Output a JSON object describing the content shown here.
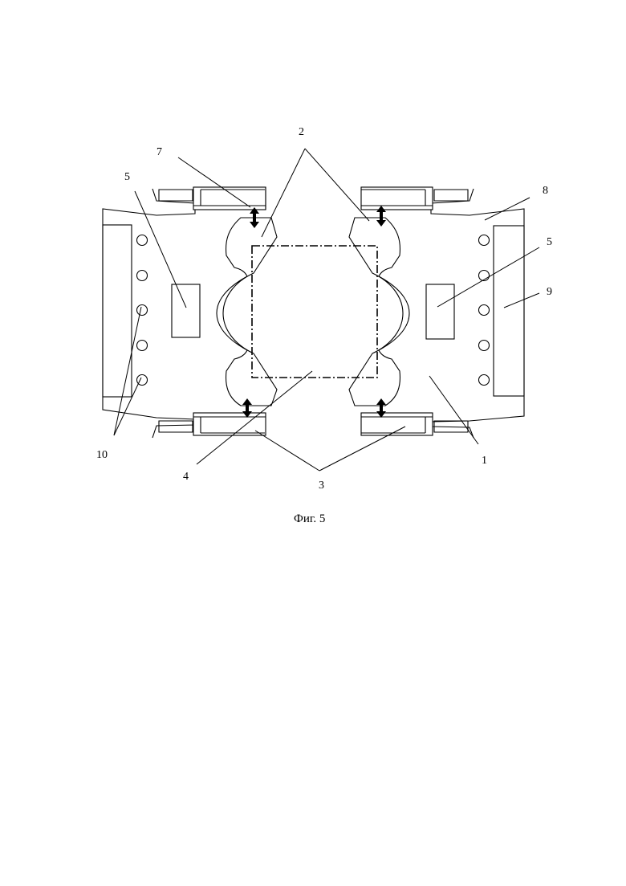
{
  "figure": {
    "caption": "Фиг. 5",
    "labels": {
      "l1": "1",
      "l2": "2",
      "l3": "3",
      "l4": "4",
      "l5a": "5",
      "l5b": "5",
      "l7": "7",
      "l8": "8",
      "l9": "9",
      "l10": "10"
    }
  }
}
